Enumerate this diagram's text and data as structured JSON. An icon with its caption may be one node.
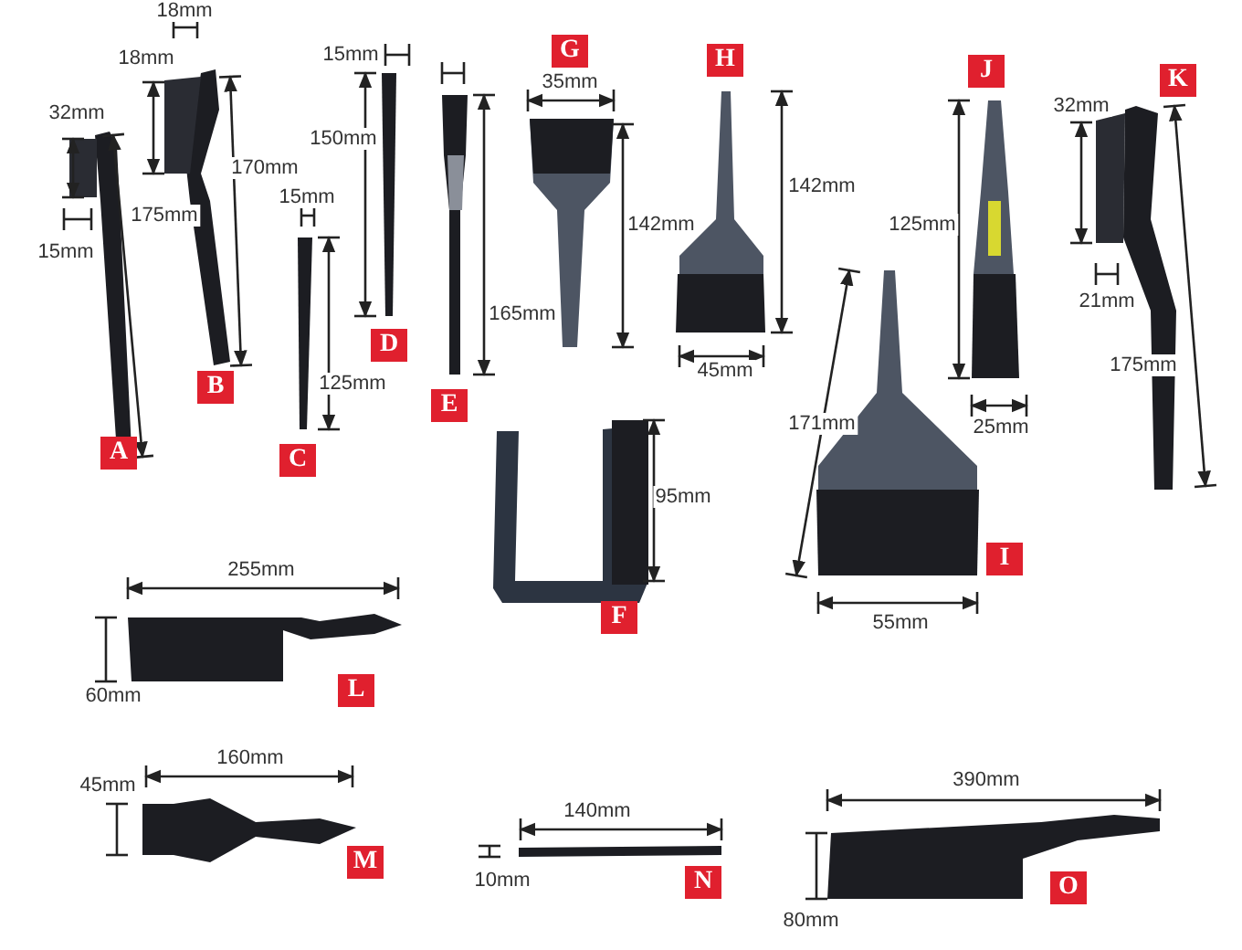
{
  "diagram": {
    "labels": [
      "32mm",
      "175mm",
      "15mm",
      "A",
      "18mm",
      "18mm",
      "170mm",
      "B",
      "15mm",
      "125mm",
      "C",
      "15mm",
      "150mm",
      "D",
      "165mm",
      "E",
      "95mm",
      "F",
      "G",
      "35mm",
      "142mm",
      "H",
      "142mm",
      "45mm",
      "171mm",
      "55mm",
      "I",
      "J",
      "125mm",
      "25mm",
      "K",
      "32mm",
      "175mm",
      "21mm",
      "255mm",
      "60mm",
      "L",
      "45mm",
      "160mm",
      "M",
      "140mm",
      "10mm",
      "N",
      "390mm",
      "80mm",
      "O"
    ]
  }
}
